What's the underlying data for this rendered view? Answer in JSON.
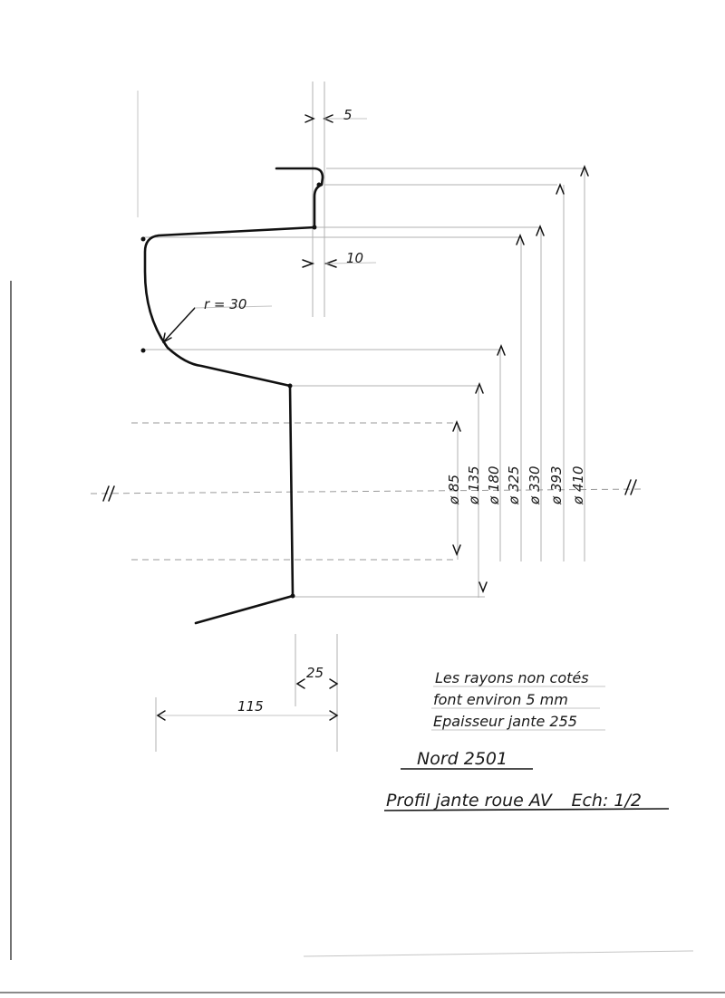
{
  "dimensions": {
    "top_gap": "5",
    "flange_gap": "10",
    "radius": "r = 30",
    "offset_25": "25",
    "width_115": "115"
  },
  "diameters": [
    "ø 85",
    "ø 135",
    "ø 180",
    "ø 325",
    "ø 330",
    "ø 393",
    "ø 410"
  ],
  "notes": {
    "line1": "Les rayons non cotés",
    "line2": "font environ 5 mm",
    "line3": "Epaisseur jante 255"
  },
  "drawing_ref": "Nord 2501",
  "title": "Profil jante roue AV _ Ech: 1/2"
}
